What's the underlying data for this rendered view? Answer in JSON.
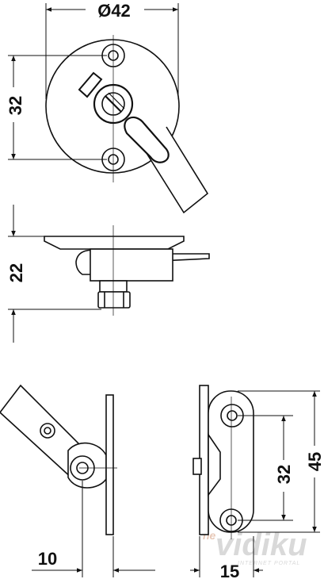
{
  "dimensions": {
    "top_diameter": "Ø42",
    "top_hole_spacing": "32",
    "side_height": "22",
    "bottom_left_offset": "10",
    "bottom_right_width": "15",
    "bottom_hole_spacing": "32",
    "bottom_total_height": "45"
  },
  "watermark": {
    "brand_prefix": "ne",
    "brand": "vidiku",
    "tagline": "INTERNET PORTAL"
  },
  "colors": {
    "line": "#111111",
    "fill": "#ffffff",
    "watermark": "#d9d9d9"
  }
}
